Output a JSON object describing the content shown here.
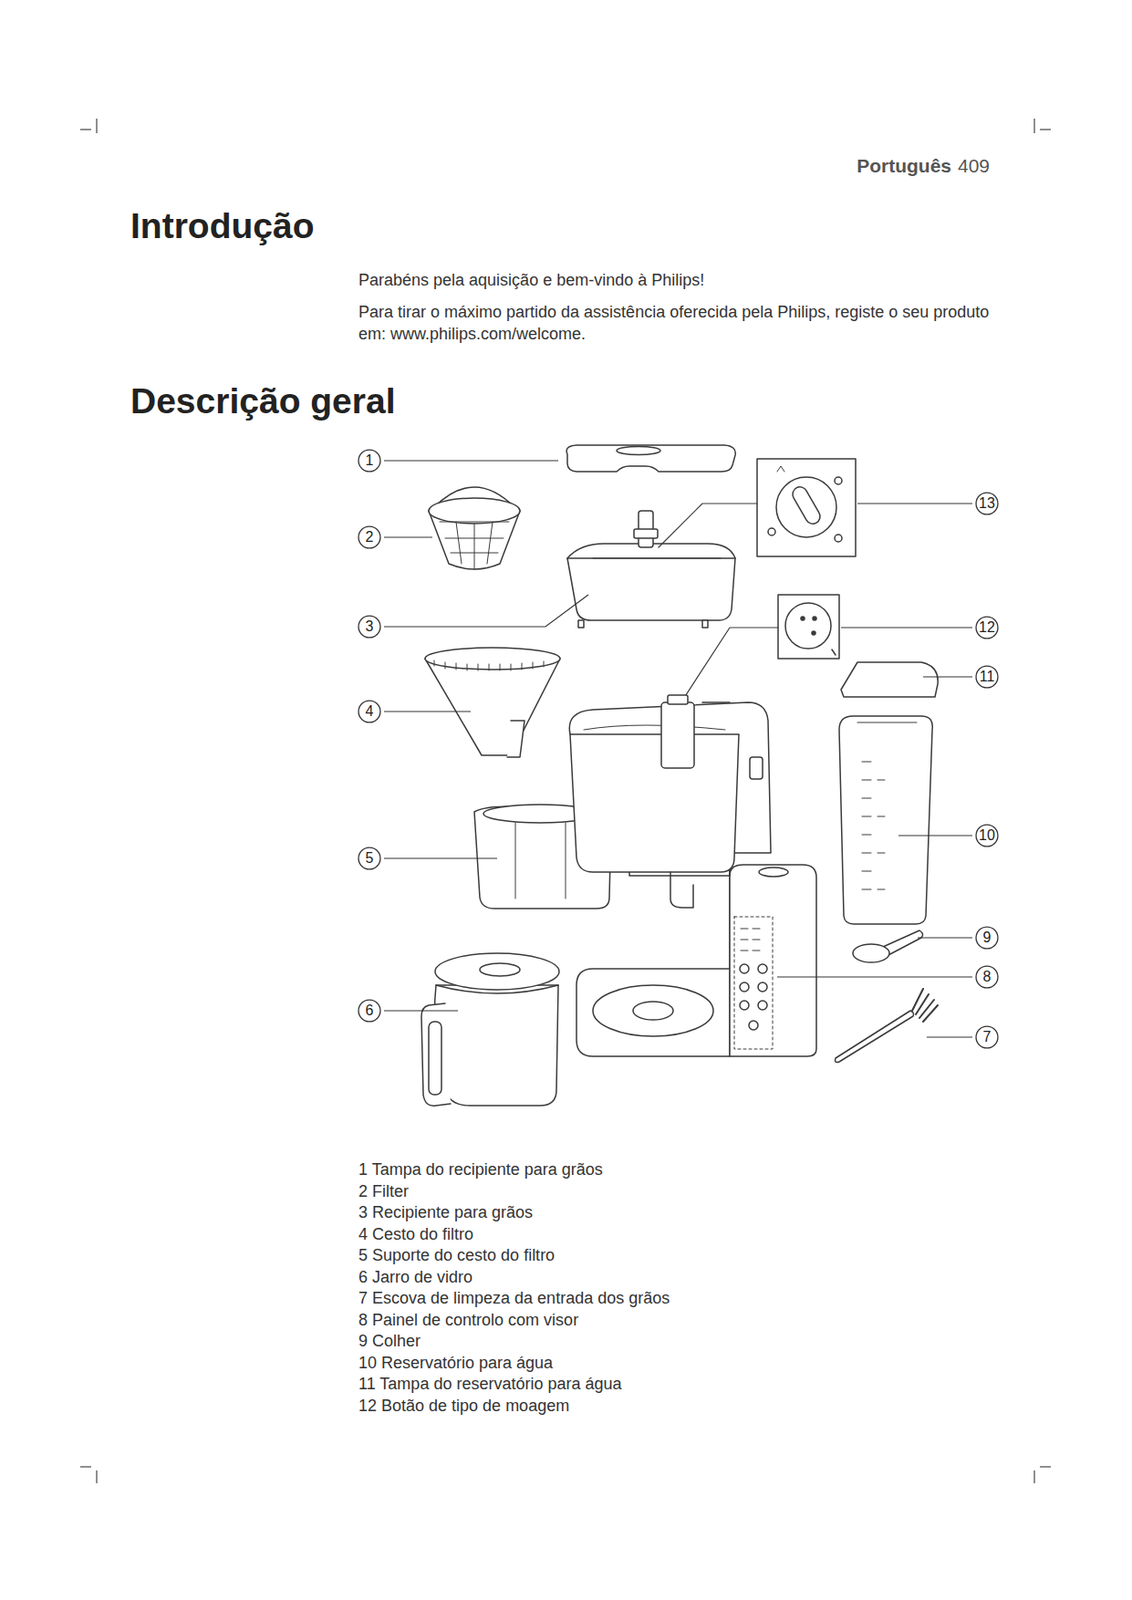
{
  "diagram": {
    "title": "Introdução",
    "nodes": [
      {
        "text": [
          "1"
        ]
      },
      {
        "text": [
          "13"
        ]
      },
      {
        "text": [
          "2"
        ]
      },
      {
        "text": [
          "3"
        ]
      },
      {
        "text": [
          "12"
        ]
      },
      {
        "text": [
          "11"
        ]
      },
      {
        "text": [
          "4"
        ]
      },
      {
        "text": [
          "10"
        ]
      },
      {
        "text": [
          "5"
        ]
      },
      {
        "text": [
          "9"
        ]
      },
      {
        "text": [
          "8"
        ]
      },
      {
        "text": [
          "6"
        ]
      },
      {
        "text": [
          "7"
        ]
      }
    ],
    "labels": [
      "Português",
      "409",
      "Parabéns pela aquisição e bem-vindo à Philips!",
      "Para tirar o máximo partido da assistência oferecida pela Philips, registe o seu produto em: www.philips.com/welcome.",
      "Descrição geral",
      "1 Tampa do recipiente para grãos",
      "2 Filter",
      "3 Recipiente para grãos",
      "4 Cesto do filtro",
      "5 Suporte do cesto do filtro",
      "6 Jarro de vidro",
      "7 Escova de limpeza da entrada dos grãos",
      "8 Painel de controlo com visor",
      "9 Colher",
      "10 Reservatório para água",
      "11 Tampa do reservatório para água",
      "12 Botão de tipo de moagem"
    ]
  }
}
